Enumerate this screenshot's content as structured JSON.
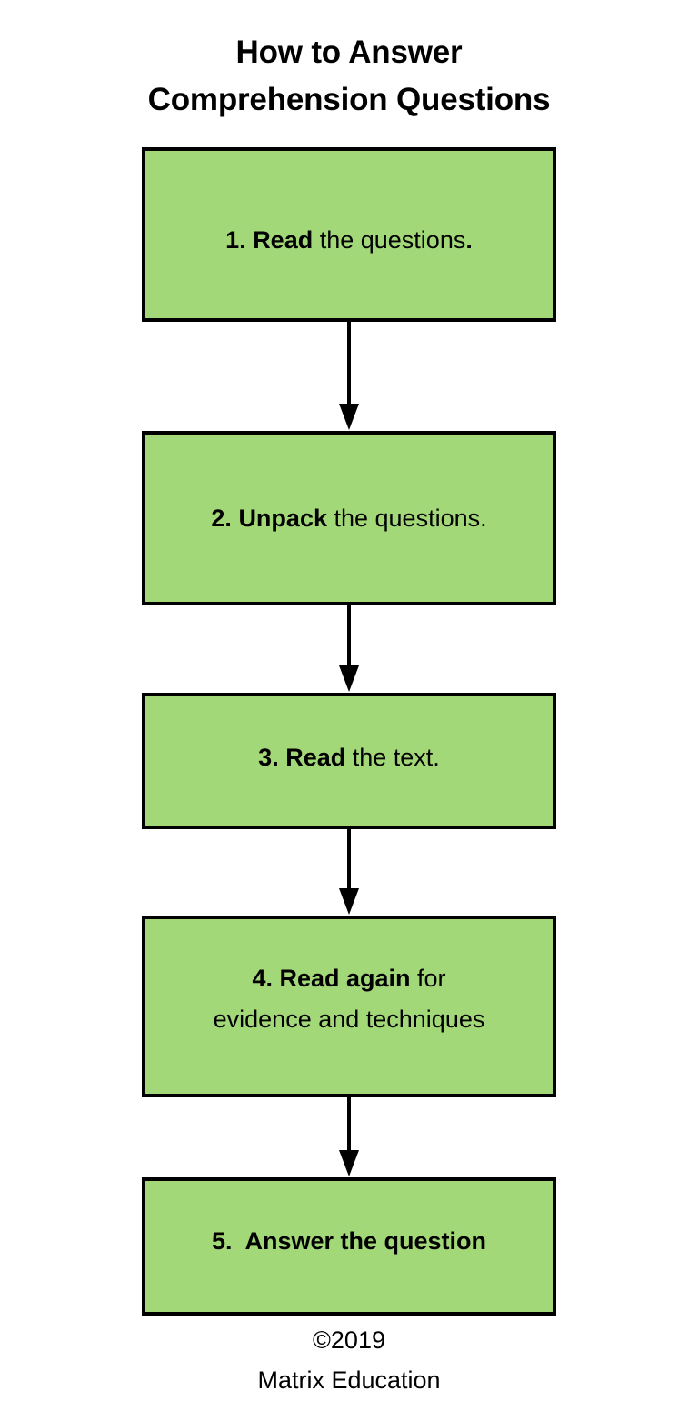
{
  "title": {
    "line1": "How to Answer",
    "line2": "Comprehension Questions"
  },
  "colors": {
    "box_fill": "#a3d878",
    "box_border": "#000000",
    "background": "#ffffff",
    "text": "#000000",
    "arrow": "#000000"
  },
  "flow": {
    "steps": [
      {
        "number": "1.",
        "emphasis": "Read",
        "rest": " the questions",
        "terminator": ".",
        "full_text": "1. Read the questions.",
        "line2": ""
      },
      {
        "number": "2.",
        "emphasis": "Unpack",
        "rest": " the questions.",
        "terminator": "",
        "full_text": "2. Unpack the questions.",
        "line2": ""
      },
      {
        "number": "3.",
        "emphasis": "Read",
        "rest": " the text.",
        "terminator": "",
        "full_text": "3. Read the text.",
        "line2": ""
      },
      {
        "number": "4.",
        "emphasis": "Read again",
        "rest": " for",
        "terminator": "",
        "full_text": "4. Read again for evidence and techniques",
        "line2": "evidence and techniques"
      },
      {
        "number": "5.",
        "emphasis": "Answer the question",
        "rest": "",
        "terminator": "",
        "full_text": "5.  Answer the question",
        "line2": ""
      }
    ],
    "connectors": [
      {
        "from": "1",
        "to": "2",
        "icon": "down-arrow-icon"
      },
      {
        "from": "2",
        "to": "3",
        "icon": "down-arrow-icon"
      },
      {
        "from": "3",
        "to": "4",
        "icon": "down-arrow-icon"
      },
      {
        "from": "4",
        "to": "5",
        "icon": "down-arrow-icon"
      }
    ]
  },
  "footer": {
    "copyright": "©2019",
    "organisation": "Matrix Education"
  }
}
